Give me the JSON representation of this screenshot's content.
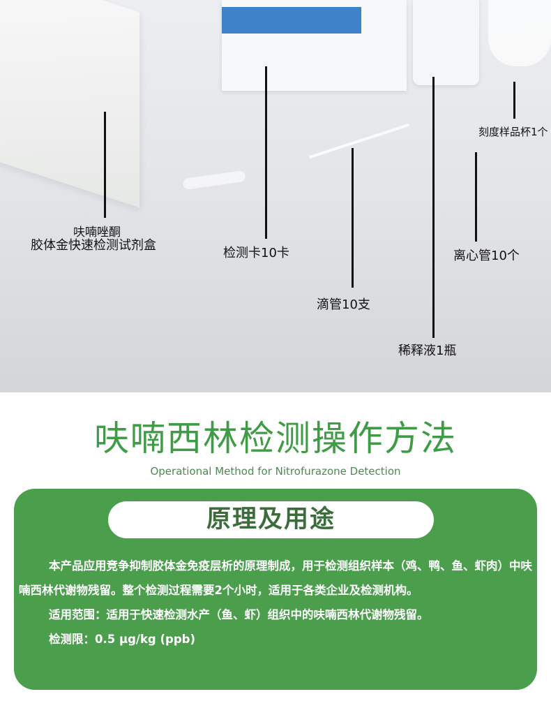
{
  "colors": {
    "accent": "#3f9b45",
    "panel": "#4a9e4c"
  },
  "photo": {
    "labels": {
      "box_line1": "呋喃唑酮",
      "box_line2": "胶体金快速检测试剂盒",
      "card": "检测卡10卡",
      "dropper": "滴管10支",
      "diluent": "稀释液1瓶",
      "centrifuge": "离心管10个",
      "cup": "刻度样品杯1个"
    }
  },
  "heading": {
    "title": "呋喃西林检测操作方法",
    "subtitle": "Operational Method for Nitrofurazone Detection"
  },
  "section": {
    "title": "原理及用途",
    "paragraph": "本产品应用竞争抑制胶体金免疫层析的原理制成，用于检测组织样本（鸡、鸭、鱼、虾肉）中呋喃西林代谢物残留。整个检测过程需要2个小时，适用于各类企业及检测机构。",
    "scope": "适用范围：适用于快速检测水产（鱼、虾）组织中的呋喃西林代谢物残留。",
    "limit": "检测限：0.5 μg/kg (ppb)"
  }
}
